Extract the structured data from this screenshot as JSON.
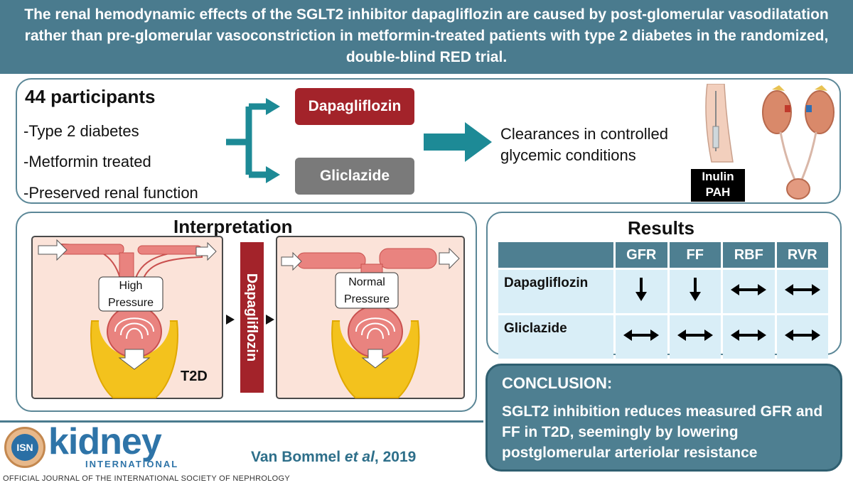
{
  "header": {
    "title": "The renal hemodynamic effects of the SGLT2 inhibitor dapagliflozin are caused by post-glomerular vasodilatation rather than pre-glomerular vasoconstriction in metformin-treated patients with type 2 diabetes in the randomized, double-blind RED trial."
  },
  "study": {
    "participants": "44 participants",
    "criteria": [
      "-Type 2 diabetes",
      "-Metformin treated",
      "-Preserved renal function"
    ],
    "arms": [
      "Dapagliflozin",
      "Gliclazide"
    ],
    "outcome": "Clearances in controlled glycemic conditions",
    "tracer_line1": "Inulin",
    "tracer_line2": "PAH"
  },
  "interpretation": {
    "title": "Interpretation",
    "left_label_line1": "High",
    "left_label_line2": "Pressure",
    "left_tag": "T2D",
    "drug": "Dapagliflozin",
    "right_label_line1": "Normal",
    "right_label_line2": "Pressure"
  },
  "results": {
    "title": "Results",
    "columns": [
      "GFR",
      "FF",
      "RBF",
      "RVR"
    ],
    "rows": [
      {
        "label": "Dapagliflozin",
        "effects": [
          "down",
          "down",
          "unchanged",
          "unchanged"
        ]
      },
      {
        "label": "Gliclazide",
        "effects": [
          "unchanged",
          "unchanged",
          "unchanged",
          "unchanged"
        ]
      }
    ]
  },
  "conclusion": {
    "title": "CONCLUSION:",
    "body": "SGLT2 inhibition reduces measured GFR and FF in T2D, seemingly by lowering postglomerular arteriolar resistance"
  },
  "footer": {
    "logo_badge": "ISN",
    "logo_word": "kidney",
    "logo_sub": "INTERNATIONAL",
    "journal_line": "OFFICIAL JOURNAL OF THE INTERNATIONAL SOCIETY OF NEPHROLOGY",
    "citation_author": "Van Bommel ",
    "citation_etal": "et al",
    "citation_year": ", 2019"
  },
  "colors": {
    "teal": "#4a7b8e",
    "arrow_teal": "#1d8a96",
    "dapagliflozin": "#a3232a",
    "gliclazide": "#7a7a7a",
    "results_cell": "#d9eef7"
  }
}
